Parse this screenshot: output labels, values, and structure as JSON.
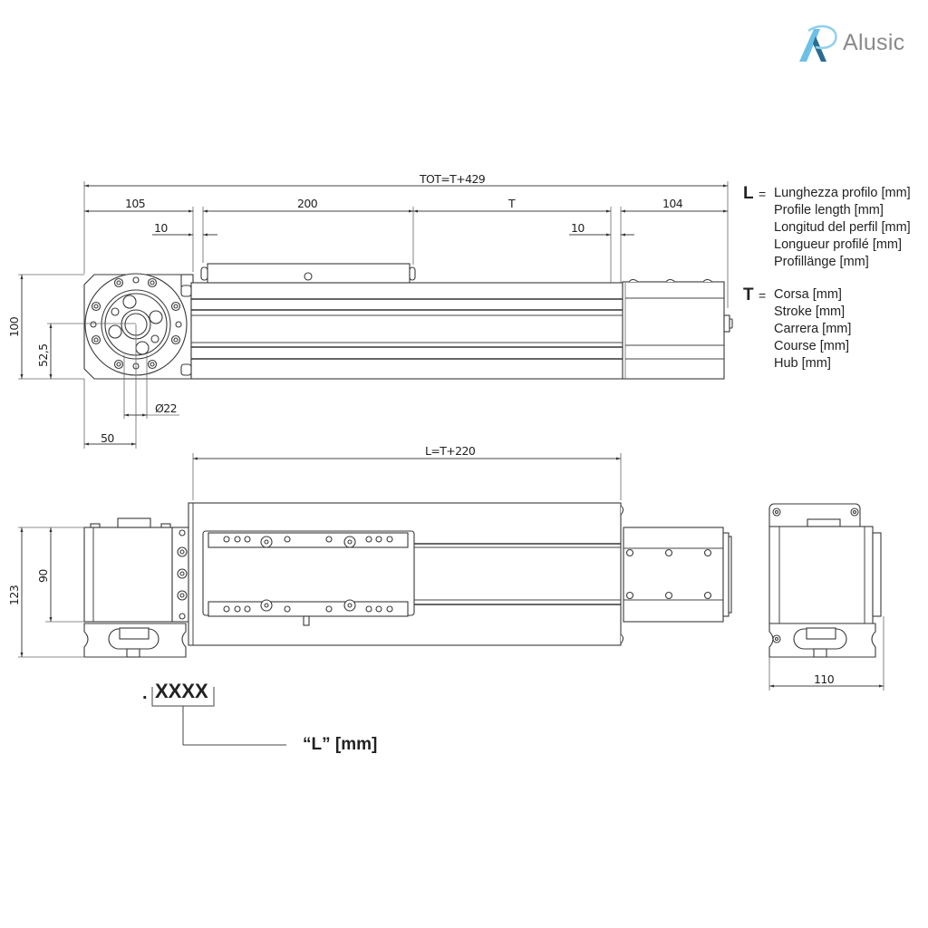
{
  "brand": {
    "logo_icon": "alusic-a-logo-icon",
    "name": "Alusic",
    "colors": {
      "primary": "#5bb4e0",
      "secondary": "#2a6d8f",
      "text": "#8a8a8a"
    }
  },
  "top_view": {
    "dimensions": {
      "total": "TOT=T+429",
      "left_head": "105",
      "carriage": "200",
      "stroke": "T",
      "right_head": "104",
      "gap_left": "10",
      "gap_right": "10",
      "height": "100",
      "axis_height": "52,5",
      "shaft_diameter": "Ø22",
      "axis_offset": "50"
    }
  },
  "front_view": {
    "dimensions": {
      "profile_length": "L=T+220",
      "overall_height": "123",
      "body_height": "90"
    }
  },
  "side_view": {
    "dimensions": {
      "width": "110"
    }
  },
  "legend": {
    "L": {
      "key": "L",
      "eq": "=",
      "lines": [
        "Lunghezza profilo [mm]",
        "Profile length [mm]",
        "Longitud del perfil [mm]",
        "Longueur profilé [mm]",
        "Profillänge [mm]"
      ]
    },
    "T": {
      "key": "T",
      "eq": "=",
      "lines": [
        "Corsa [mm]",
        "Stroke [mm]",
        "Carrera [mm]",
        "Course [mm]",
        "Hub [mm]"
      ]
    }
  },
  "order_code": {
    "prefix": ".",
    "placeholder": "XXXX",
    "label": "“L” [mm]"
  }
}
